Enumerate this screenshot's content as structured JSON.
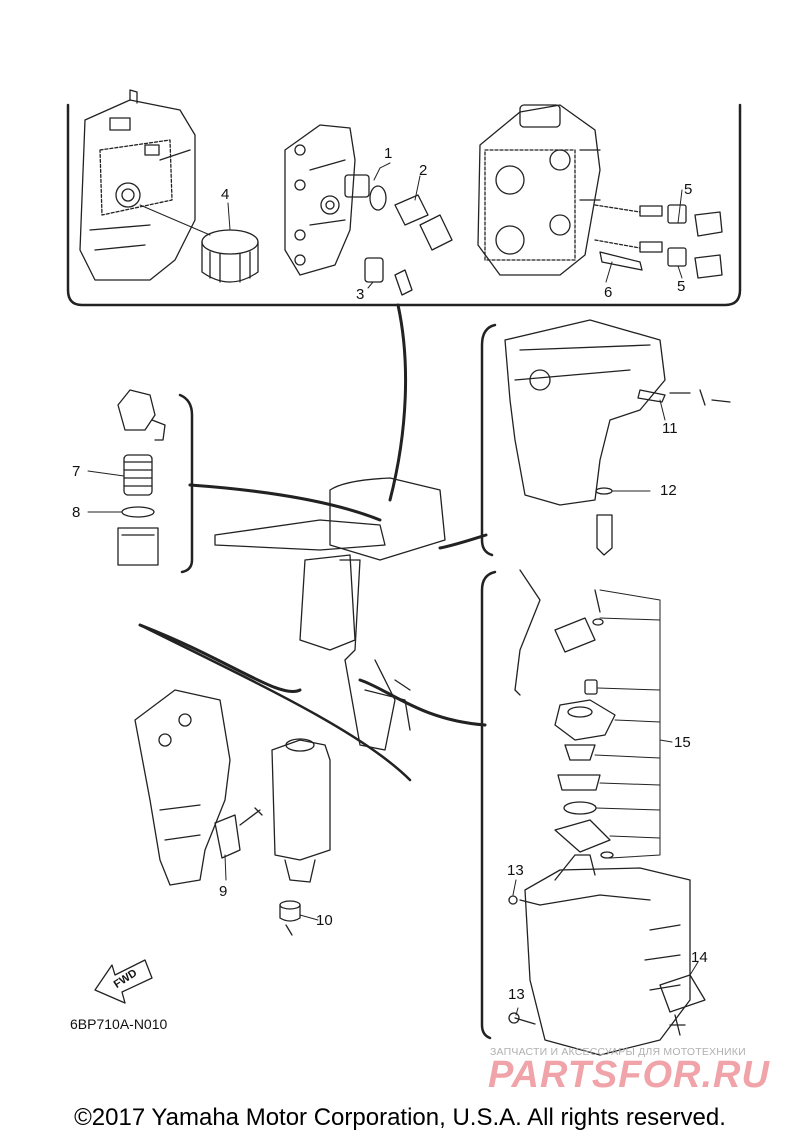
{
  "parts": [
    {
      "ref": "1"
    },
    {
      "ref": "2"
    },
    {
      "ref": "3"
    },
    {
      "ref": "4"
    },
    {
      "ref": "5"
    },
    {
      "ref": "5"
    },
    {
      "ref": "6"
    },
    {
      "ref": "7"
    },
    {
      "ref": "8"
    },
    {
      "ref": "9"
    },
    {
      "ref": "10"
    },
    {
      "ref": "11"
    },
    {
      "ref": "12"
    },
    {
      "ref": "13"
    },
    {
      "ref": "13"
    },
    {
      "ref": "14"
    },
    {
      "ref": "15"
    }
  ],
  "fwd_label": "FWD",
  "diagram_code": "6BP710A-N010",
  "watermark": {
    "top_line": "ЗАПЧАСТИ И АКСЕССУАРЫ ДЛЯ МОТОТЕХНИКИ",
    "brand": "PARTSFOR.RU",
    "color": "#f0a3a8"
  },
  "copyright": "©2017 Yamaha Motor Corporation, U.S.A. All rights reserved."
}
